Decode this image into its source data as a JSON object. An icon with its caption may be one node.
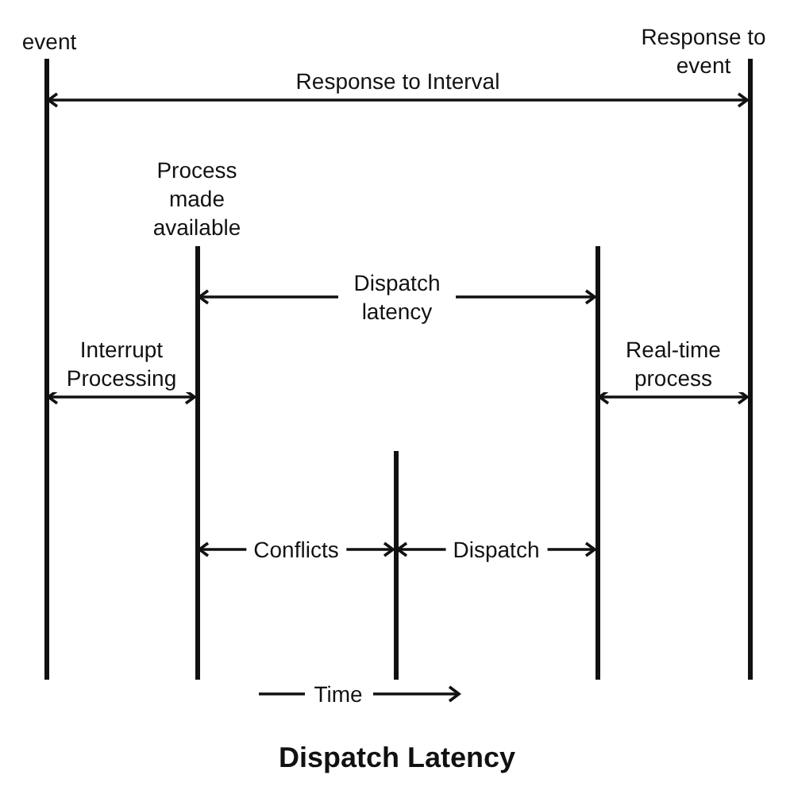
{
  "diagram": {
    "title": "Dispatch Latency",
    "nodes": [
      {
        "text": [
          "event"
        ]
      },
      {
        "text": [
          "Process made available"
        ]
      },
      {
        "text": [],
        "shape": "bar"
      },
      {
        "text": [],
        "shape": "bar"
      },
      {
        "text": [
          "Response to event"
        ]
      }
    ],
    "edges": [
      {
        "from": 0,
        "to": 4,
        "arrow": "both",
        "label": "Response to Interval"
      },
      {
        "from": 1,
        "to": 3,
        "arrow": "both",
        "label": "Dispatch latency"
      },
      {
        "from": 0,
        "to": 1,
        "arrow": "both",
        "label": "Interrupt Processing"
      },
      {
        "from": 3,
        "to": 4,
        "arrow": "both",
        "label": "Real-time process"
      },
      {
        "from": 1,
        "to": 2,
        "arrow": "both",
        "label": "Conflicts"
      },
      {
        "from": 2,
        "to": 3,
        "arrow": "both",
        "label": "Dispatch"
      }
    ],
    "labels": [
      "Time"
    ]
  }
}
